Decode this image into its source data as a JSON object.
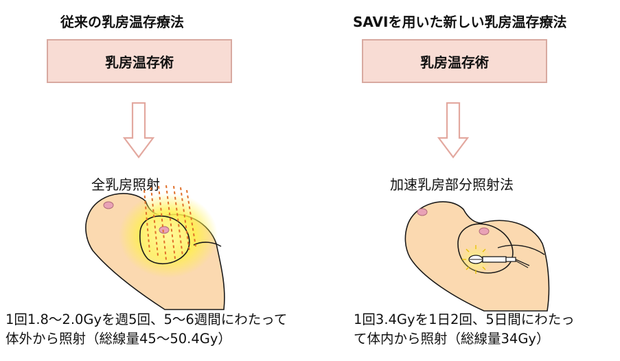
{
  "left": {
    "title": "従来の乳房温存療法",
    "box_label": "乳房温存術",
    "caption": "全乳房照射",
    "desc_line1": "1回1.8〜2.0Gyを週5回、5〜6週間にわたって",
    "desc_line2": "体外から照射（総線量45〜50.4Gy）"
  },
  "right": {
    "title": "SAVIを用いた新しい乳房温存療法",
    "box_label": "乳房温存術",
    "caption": "加速乳房部分照射法",
    "desc_line1": "1回3.4Gyを1日2回、5日間にわたっ",
    "desc_line2": "て体内から照射（総線量34Gy）"
  },
  "colors": {
    "box_fill": "#f8dcd4",
    "box_border": "#d8a9a0",
    "arrow": "#e3a89f",
    "skin": "#fbd9b0",
    "skin_outline": "#1a1a1a",
    "nipple": "#e9a2b6",
    "radiation": "#e0702a",
    "glow": "#fff04a"
  }
}
